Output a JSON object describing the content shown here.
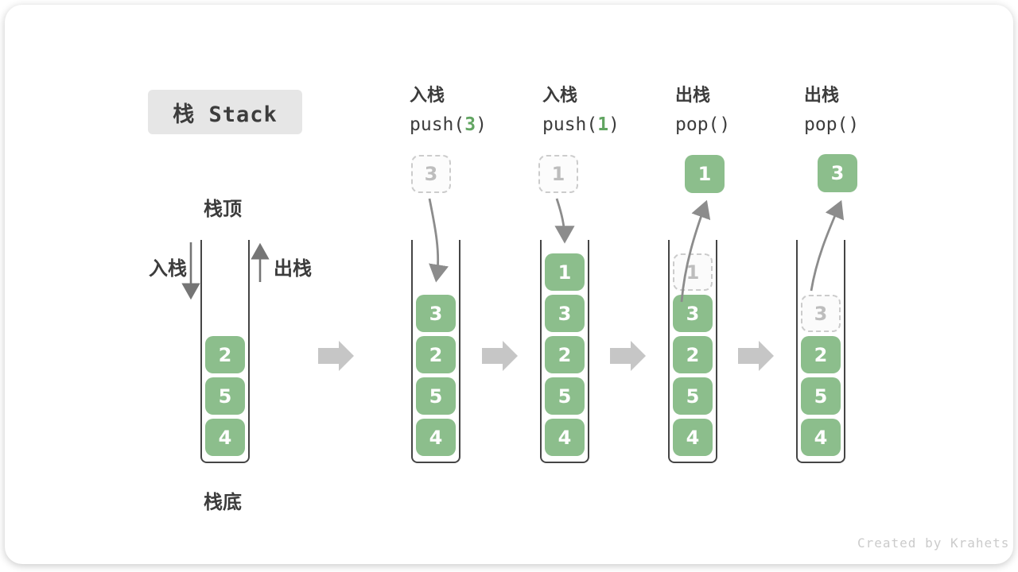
{
  "title": "栈 Stack",
  "labels": {
    "stack_top": "栈顶",
    "stack_bottom": "栈底",
    "push_side": "入栈",
    "pop_side": "出栈"
  },
  "operations": [
    {
      "cn": "入栈",
      "code_pre": "push(",
      "code_arg": "3",
      "code_post": ")"
    },
    {
      "cn": "入栈",
      "code_pre": "push(",
      "code_arg": "1",
      "code_post": ")"
    },
    {
      "cn": "出栈",
      "code_pre": "pop(",
      "code_arg": "",
      "code_post": ")"
    },
    {
      "cn": "出栈",
      "code_pre": "pop(",
      "code_arg": "",
      "code_post": ")"
    }
  ],
  "floating": [
    {
      "value": "3",
      "style": "ghost"
    },
    {
      "value": "1",
      "style": "ghost"
    },
    {
      "value": "1",
      "style": "solid"
    },
    {
      "value": "3",
      "style": "solid"
    }
  ],
  "stacks": [
    {
      "blocks": [
        {
          "v": "2"
        },
        {
          "v": "5"
        },
        {
          "v": "4"
        }
      ]
    },
    {
      "blocks": [
        {
          "v": "3"
        },
        {
          "v": "2"
        },
        {
          "v": "5"
        },
        {
          "v": "4"
        }
      ]
    },
    {
      "blocks": [
        {
          "v": "1"
        },
        {
          "v": "3"
        },
        {
          "v": "2"
        },
        {
          "v": "5"
        },
        {
          "v": "4"
        }
      ]
    },
    {
      "blocks": [
        {
          "v": "1",
          "ghost": true
        },
        {
          "v": "3"
        },
        {
          "v": "2"
        },
        {
          "v": "5"
        },
        {
          "v": "4"
        }
      ]
    },
    {
      "blocks": [
        {
          "v": "3",
          "ghost": true
        },
        {
          "v": "2"
        },
        {
          "v": "5"
        },
        {
          "v": "4"
        }
      ]
    }
  ],
  "watermark": "Created by Krahets",
  "colors": {
    "green": "#8CBE8C",
    "arg_green": "#62A562",
    "ghost_border": "#CCCCCC",
    "ghost_text": "#BDBDBD",
    "block_arrow": "#C6C6C6",
    "curve_arrow": "#8C8C8C",
    "text_dark": "#3C3C3C",
    "title_bg": "#E6E6E6",
    "watermark": "#CBCBCB"
  }
}
